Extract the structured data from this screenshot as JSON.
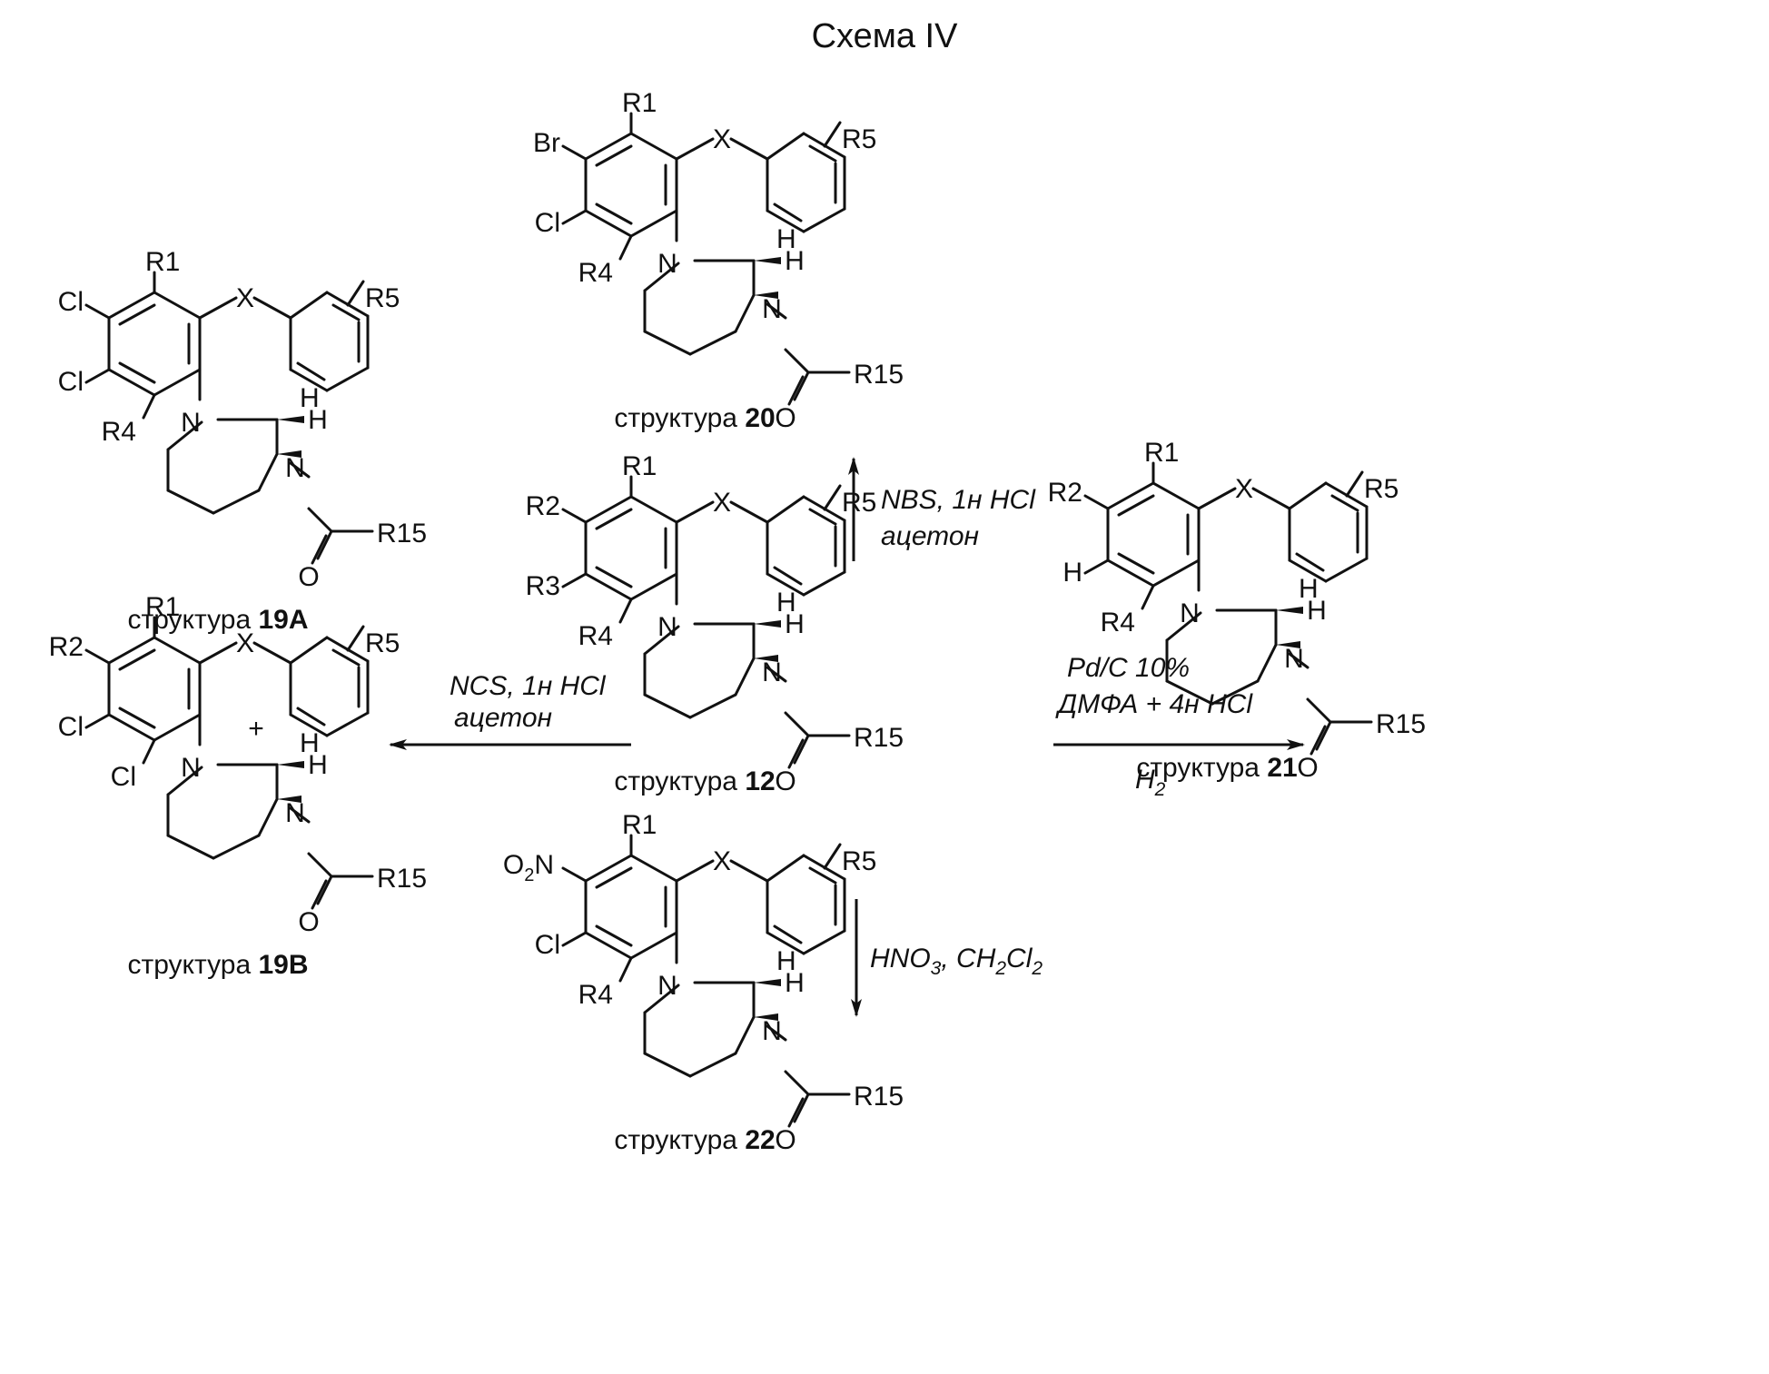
{
  "title": "Схема IV",
  "caption_word": "структура",
  "structures": [
    {
      "id": "s20",
      "number": "20",
      "labels": {
        "a": "R1",
        "b": "Br",
        "c": "Cl",
        "d": "R4",
        "e": "R5",
        "h": "H"
      },
      "ox": 735,
      "oy": 125
    },
    {
      "id": "s19a",
      "number": "19A",
      "labels": {
        "a": "R1",
        "b": "Cl",
        "c": "Cl",
        "d": "R4",
        "e": "R5",
        "h": "H"
      },
      "ox": 210,
      "oy": 300
    },
    {
      "id": "s12",
      "number": "12",
      "labels": {
        "a": "R1",
        "b": "R2",
        "c": "R3",
        "d": "R4",
        "e": "R5",
        "h": "H"
      },
      "ox": 735,
      "oy": 525
    },
    {
      "id": "s21",
      "number": "21",
      "labels": {
        "a": "R1",
        "b": "R2",
        "c": "H",
        "d": "R4",
        "e": "R5",
        "h": "H"
      },
      "ox": 1310,
      "oy": 510
    },
    {
      "id": "s19b",
      "number": "19B",
      "labels": {
        "a": "R1",
        "b": "R2",
        "c": "Cl",
        "d": "Cl",
        "e": "R5",
        "h": "H"
      },
      "ox": 210,
      "oy": 680
    },
    {
      "id": "s22",
      "number": "22",
      "labels": {
        "a": "R1",
        "b": "O2N",
        "c": "Cl",
        "d": "R4",
        "e": "R5",
        "h": "H"
      },
      "ox": 735,
      "oy": 920
    }
  ],
  "common_labels": {
    "x": "X",
    "n": "N",
    "h": "H",
    "o": "O",
    "r15": "R15"
  },
  "plus": "+",
  "reactions": [
    {
      "id": "nbs",
      "line1": "NBS, 1н HCl",
      "line2": "ацетон"
    },
    {
      "id": "ncs",
      "line1": "NCS, 1н HCl",
      "line2": "ацетон"
    },
    {
      "id": "pd",
      "line1": "Pd/C 10%",
      "line2": "ДМФА + 4н HCl",
      "line3": "H2"
    },
    {
      "id": "hno3",
      "line1": "HNO3, CH2Cl2"
    }
  ]
}
